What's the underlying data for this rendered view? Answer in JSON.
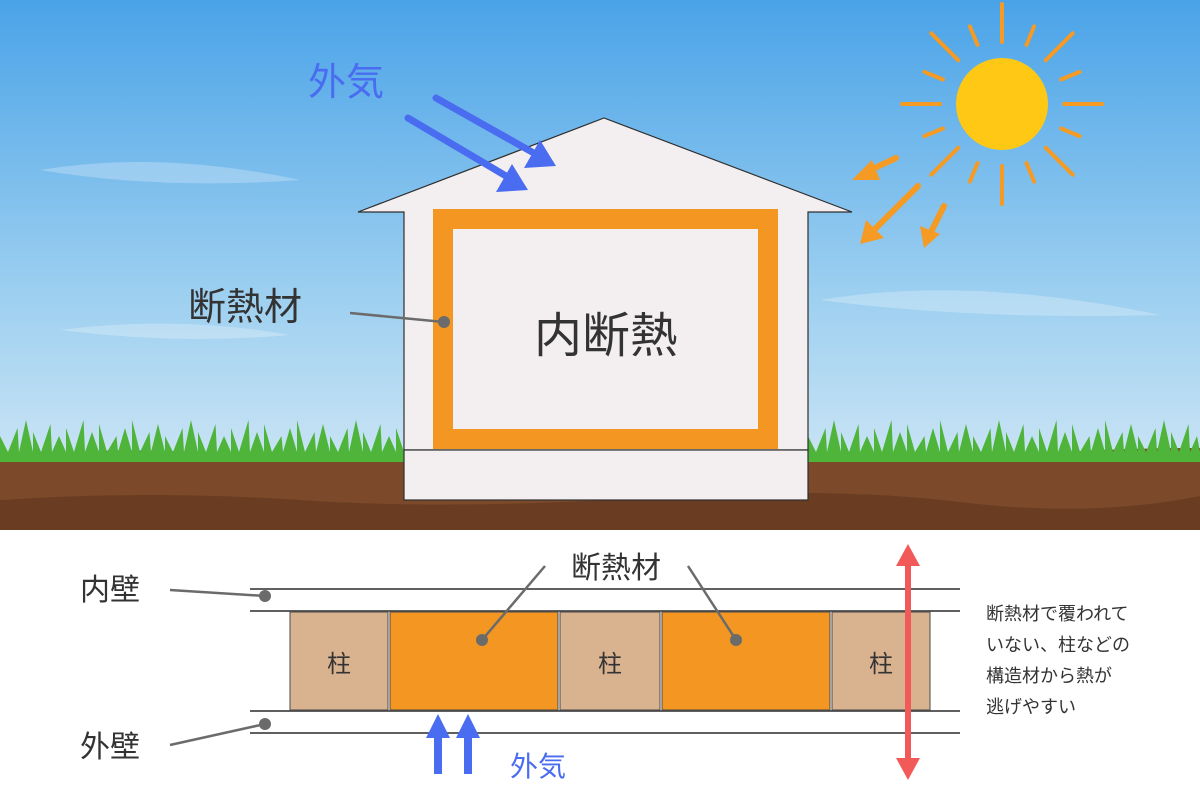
{
  "top": {
    "outside_air_label": "外気",
    "insulation_label": "断熱材",
    "house_label": "内断熱"
  },
  "bottom": {
    "inner_wall_label": "内壁",
    "outer_wall_label": "外壁",
    "insulation_label": "断熱材",
    "pillar_labels": [
      "柱",
      "柱",
      "柱"
    ],
    "outside_air_label": "外気",
    "note_lines": [
      "断熱材で覆われて",
      "いない、柱などの",
      "構造材から熱が",
      "逃げやすい"
    ]
  },
  "colors": {
    "sky_top": "#4aa3e8",
    "sky_bottom": "#d8ecf8",
    "insulation": "#f39722",
    "pillar": "#d9b390",
    "house_wall": "#f3eff0",
    "air_arrow": "#4a6cf0",
    "sun": "#ffc814",
    "sun_ray": "#f59a23",
    "heat_arrow": "#f25a5a",
    "soil": "#7c4a2a",
    "grass": "#4fb43a"
  }
}
